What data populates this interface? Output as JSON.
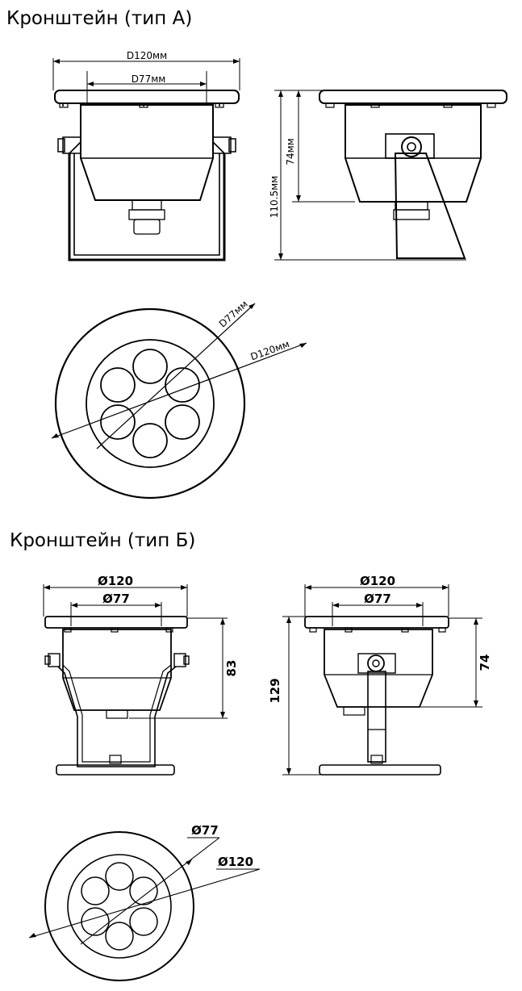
{
  "section_a": {
    "title": "Кронштейн (тип А)",
    "dims": {
      "outer_diameter": "D120мм",
      "inner_diameter": "D77мм",
      "body_height": "74мм",
      "total_height": "110.5мм",
      "top_inner": "D77мм",
      "top_outer": "D120мм"
    }
  },
  "section_b": {
    "title": "Кронштейн (тип Б)",
    "dims": {
      "outer_diameter": "Ø120",
      "inner_diameter": "Ø77",
      "body_height": "83",
      "side_outer": "Ø120",
      "side_inner": "Ø77",
      "total_height": "129",
      "side_body_height": "74",
      "top_inner": "Ø77",
      "top_outer": "Ø120"
    }
  }
}
